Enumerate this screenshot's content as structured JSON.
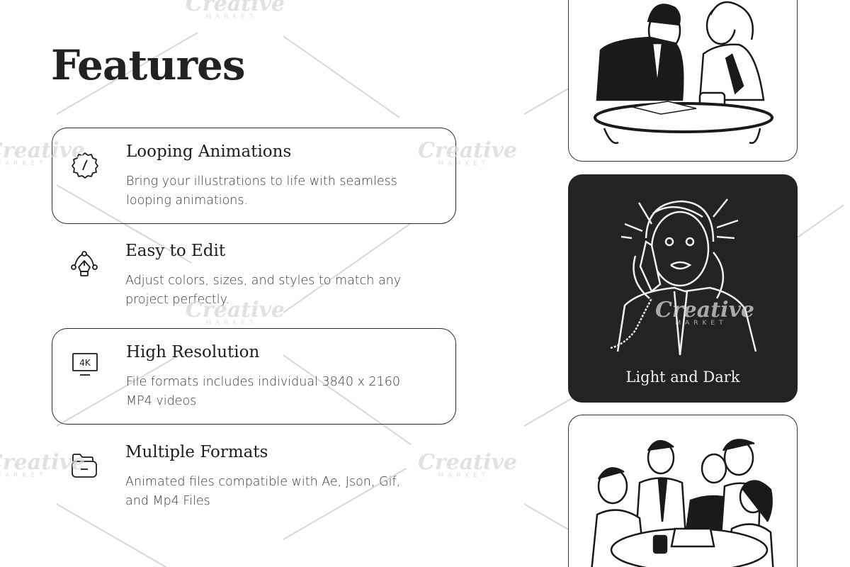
{
  "page": {
    "title": "Features"
  },
  "features": [
    {
      "icon": "loop-badge-icon",
      "title": "Looping Animations",
      "description": "Bring your illustrations to life with seamless looping animations.",
      "boxed": true
    },
    {
      "icon": "bezier-pen-icon",
      "title": "Easy to Edit",
      "description": "Adjust colors, sizes, and styles to match any project perfectly.",
      "boxed": false
    },
    {
      "icon": "4k-monitor-icon",
      "title": "High Resolution",
      "description": "File formats includes individual 3840 x 2160 MP4 videos",
      "boxed": true,
      "icon_text": "4K"
    },
    {
      "icon": "folder-icon",
      "title": "Multiple Formats",
      "description": "Animated files compatible with Ae, Json, Gif, and Mp4 Files",
      "boxed": false
    }
  ],
  "preview_cards": [
    {
      "name": "business-meeting-illustration",
      "theme": "light"
    },
    {
      "name": "stressed-phone-call-illustration",
      "theme": "dark",
      "caption": "Light and Dark"
    },
    {
      "name": "team-laughing-illustration",
      "theme": "light"
    }
  ],
  "watermark": {
    "brand": "Creative",
    "sub": "MARKET"
  },
  "colors": {
    "text": "#1f1f1f",
    "border": "#2a2a2a",
    "dark_card": "#232323"
  }
}
